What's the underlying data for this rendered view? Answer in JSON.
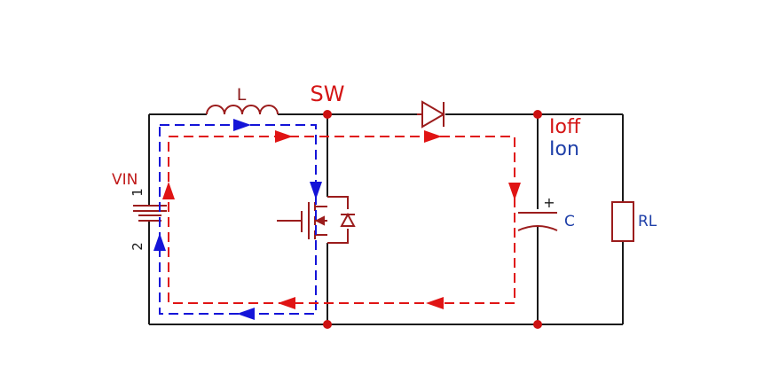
{
  "labels": {
    "inductor": "L",
    "switch_node": "SW",
    "source": "VIN",
    "source_pin1": "1",
    "source_pin2": "2",
    "capacitor": "C",
    "capacitor_polarity": "+",
    "load": "RL",
    "current_off": "Ioff",
    "current_on": "Ion"
  },
  "colors": {
    "wire": "#1a1a1a",
    "component": "#9b1c1c",
    "junction": "#cc1111",
    "path_off": "#e01414",
    "path_on": "#1414d8",
    "label_dark": "#8b1a1a",
    "label_sw": "#d41414",
    "label_on": "#1e3fa8",
    "label_cap": "#1e3fa8"
  }
}
